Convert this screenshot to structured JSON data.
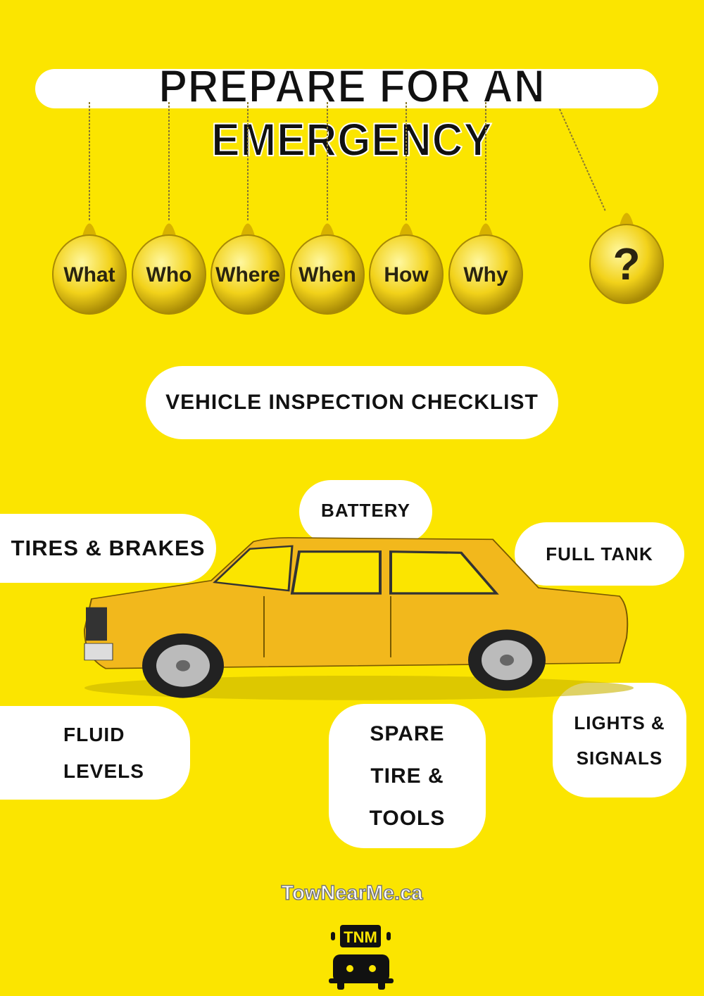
{
  "title": "PREPARE FOR AN EMERGENCY",
  "question_balls": [
    "What",
    "Who",
    "Where",
    "When",
    "How",
    "Why",
    "?"
  ],
  "checklist_heading": "VEHICLE INSPECTION CHECKLIST",
  "checklist_items": {
    "battery": "BATTERY",
    "tires_brakes": "TIRES & BRAKES",
    "full_tank": "FULL TANK",
    "fluid_levels": [
      "FLUID",
      "LEVELS"
    ],
    "spare_tire": [
      "SPARE",
      "TIRE &",
      "TOOLS"
    ],
    "lights_signals": [
      "LIGHTS &",
      "SIGNALS"
    ]
  },
  "footer": {
    "website": "TowNearMe.ca",
    "logo_text": "TNM"
  },
  "colors": {
    "background": "#fbe500",
    "car": "#f2b81c",
    "text": "#111111"
  }
}
